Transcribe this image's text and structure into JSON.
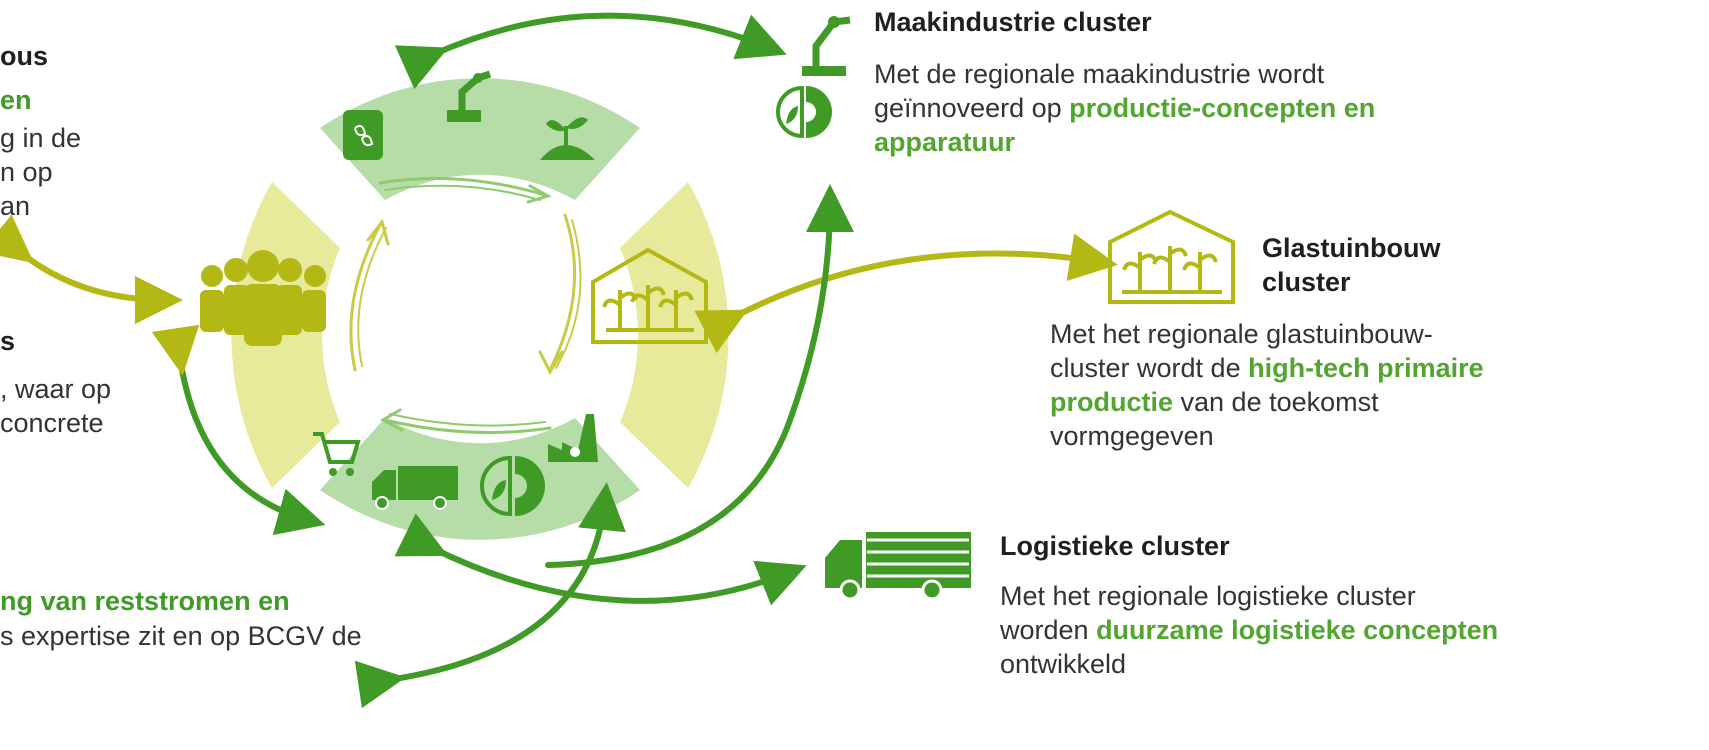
{
  "colors": {
    "dark_green": "#3f9a26",
    "light_green_band": "#b6dca8",
    "lime": "#b4b814",
    "light_lime_band": "#e6ea9a",
    "highlight_green": "#52a52e",
    "text": "#333333"
  },
  "left_partial": {
    "heading1": "ous",
    "highlight1": "en",
    "line1": "g in de",
    "line2": "n op",
    "line3": "an",
    "heading2": "s",
    "line4": ", waar op",
    "line5": "concrete",
    "highlight2": "ng van reststromen en",
    "line6": "s expertise zit en op BCGV de"
  },
  "maakindustrie": {
    "title": "Maakindustrie cluster",
    "line1": "Met de regionale maakindustrie wordt",
    "line2_pre": "geïnnoveerd op ",
    "line2_hl": "productie-concepten en",
    "line3_hl": "apparatuur"
  },
  "glastuinbouw": {
    "title_line1": "Glastuinbouw",
    "title_line2": "cluster",
    "line1": "Met het regionale glastuinbouw-",
    "line2_pre": "cluster wordt de ",
    "line2_hl": "high-tech primaire",
    "line3_hl": "productie",
    "line3_post": " van de toekomst",
    "line4": "vormgegeven"
  },
  "logistiek": {
    "title": "Logistieke cluster",
    "line1": "Met het regionale logistieke cluster",
    "line2_pre": "worden ",
    "line2_hl": "duurzame logistieke concepten",
    "line3": "ontwikkeld"
  },
  "icons": [
    "robot-arm-icon",
    "eco-gear-icon",
    "greenhouse-icon",
    "truck-icon",
    "people-group-icon",
    "fertilizer-bag-icon",
    "seedling-icon",
    "shopping-cart-icon",
    "factory-icon"
  ]
}
